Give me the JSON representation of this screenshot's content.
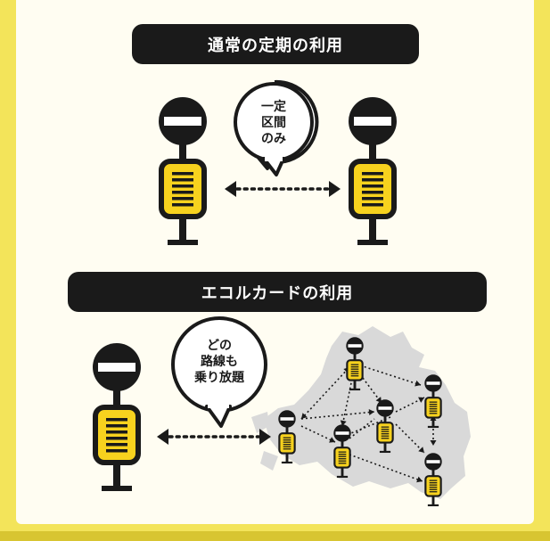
{
  "sections": {
    "regular": {
      "title": "通常の定期の利用",
      "bubble_lines": [
        "一定",
        "区間",
        "のみ"
      ]
    },
    "ecoru": {
      "title": "エコルカードの利用",
      "bubble_lines": [
        "どの",
        "路線も",
        "乗り放題"
      ]
    }
  },
  "colors": {
    "background_yellow": "#f3e45a",
    "panel": "#fffdf2",
    "ink": "#1a1a1a",
    "timetable_yellow": "#f7d21e",
    "map_gray": "#d9d9d9"
  },
  "icons": [
    "bus-stop-icon",
    "double-arrow-icon",
    "speech-bubble-icon",
    "route-map-icon"
  ]
}
